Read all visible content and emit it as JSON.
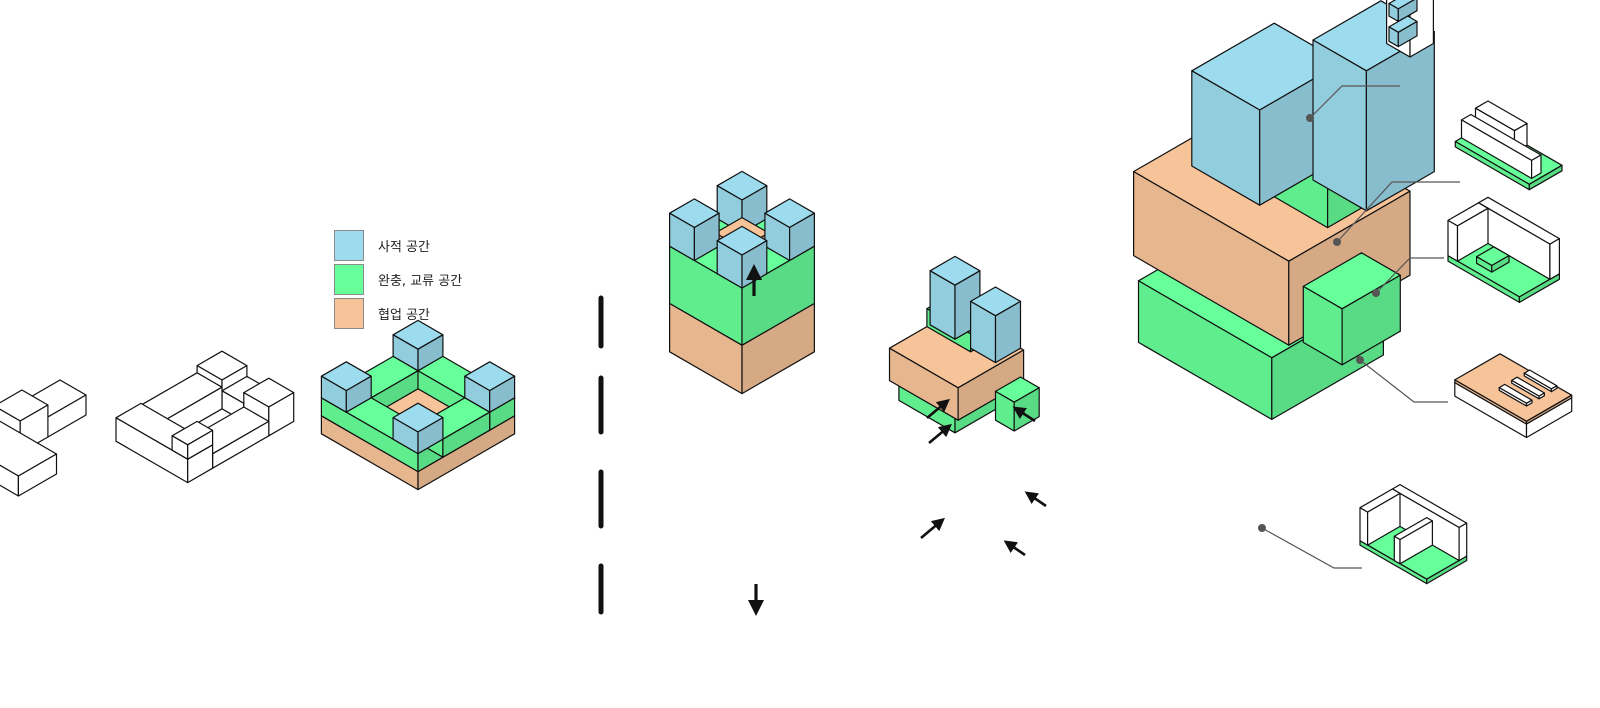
{
  "colors": {
    "private": "#9ddcee",
    "buffer": "#66ff99",
    "collab": "#f7c49a",
    "white": "#ffffff",
    "line": "#111111",
    "leader": "#555555"
  },
  "legend": [
    {
      "label": "사적 공간",
      "color": "#9ddcee"
    },
    {
      "label": "완충, 교류 공간",
      "color": "#66ff99"
    },
    {
      "label": "협업 공간",
      "color": "#f7c49a"
    }
  ],
  "icons": {
    "vertical": "arrow-vertical-icon",
    "inward": "arrow-inward-icon",
    "callout": "callout-dot-icon"
  }
}
